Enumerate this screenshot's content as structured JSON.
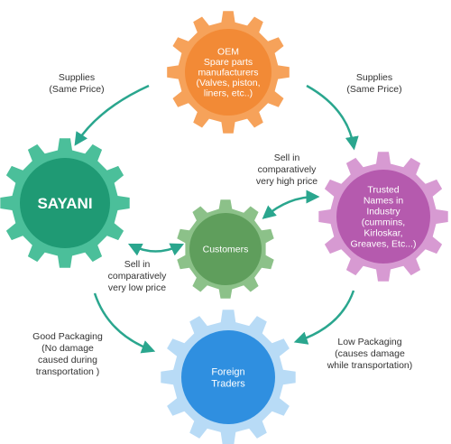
{
  "colors": {
    "arrow": "#2aa68e",
    "oem_outer": "#f6a25a",
    "oem_inner": "#f28a36",
    "sayani_outer": "#4bbf9a",
    "sayani_inner": "#1f9a74",
    "trusted_outer": "#d79ad2",
    "trusted_inner": "#b55aae",
    "customers_outer": "#8cc189",
    "customers_inner": "#5f9e5c",
    "foreign_outer": "#b8dbf6",
    "foreign_inner": "#2f8fe0"
  },
  "gears": {
    "oem": {
      "lines": [
        "OEM",
        "Spare parts",
        "manufacturers",
        "(Valves, piston,",
        "liners, etc..)"
      ]
    },
    "sayani": {
      "lines": [
        "SAYANI"
      ]
    },
    "trusted": {
      "lines": [
        "Trusted",
        "Names in",
        "Industry",
        "(cummins,",
        "Kirloskar,",
        "Greaves, Etc...)"
      ]
    },
    "customers": {
      "lines": [
        "Customers"
      ]
    },
    "foreign": {
      "lines": [
        "Foreign",
        "Traders"
      ]
    }
  },
  "labels": {
    "supplies_left": [
      "Supplies",
      "(Same Price)"
    ],
    "supplies_right": [
      "Supplies",
      "(Same Price)"
    ],
    "sell_high": [
      "Sell in",
      "comparatively",
      "very high price"
    ],
    "sell_low": [
      "Sell in",
      "comparatively",
      "very low price"
    ],
    "good_packaging": [
      "Good Packaging",
      "(No damage",
      "caused during",
      "transportation )"
    ],
    "low_packaging": [
      "Low Packaging",
      "(causes damage",
      "while transportation)"
    ]
  }
}
